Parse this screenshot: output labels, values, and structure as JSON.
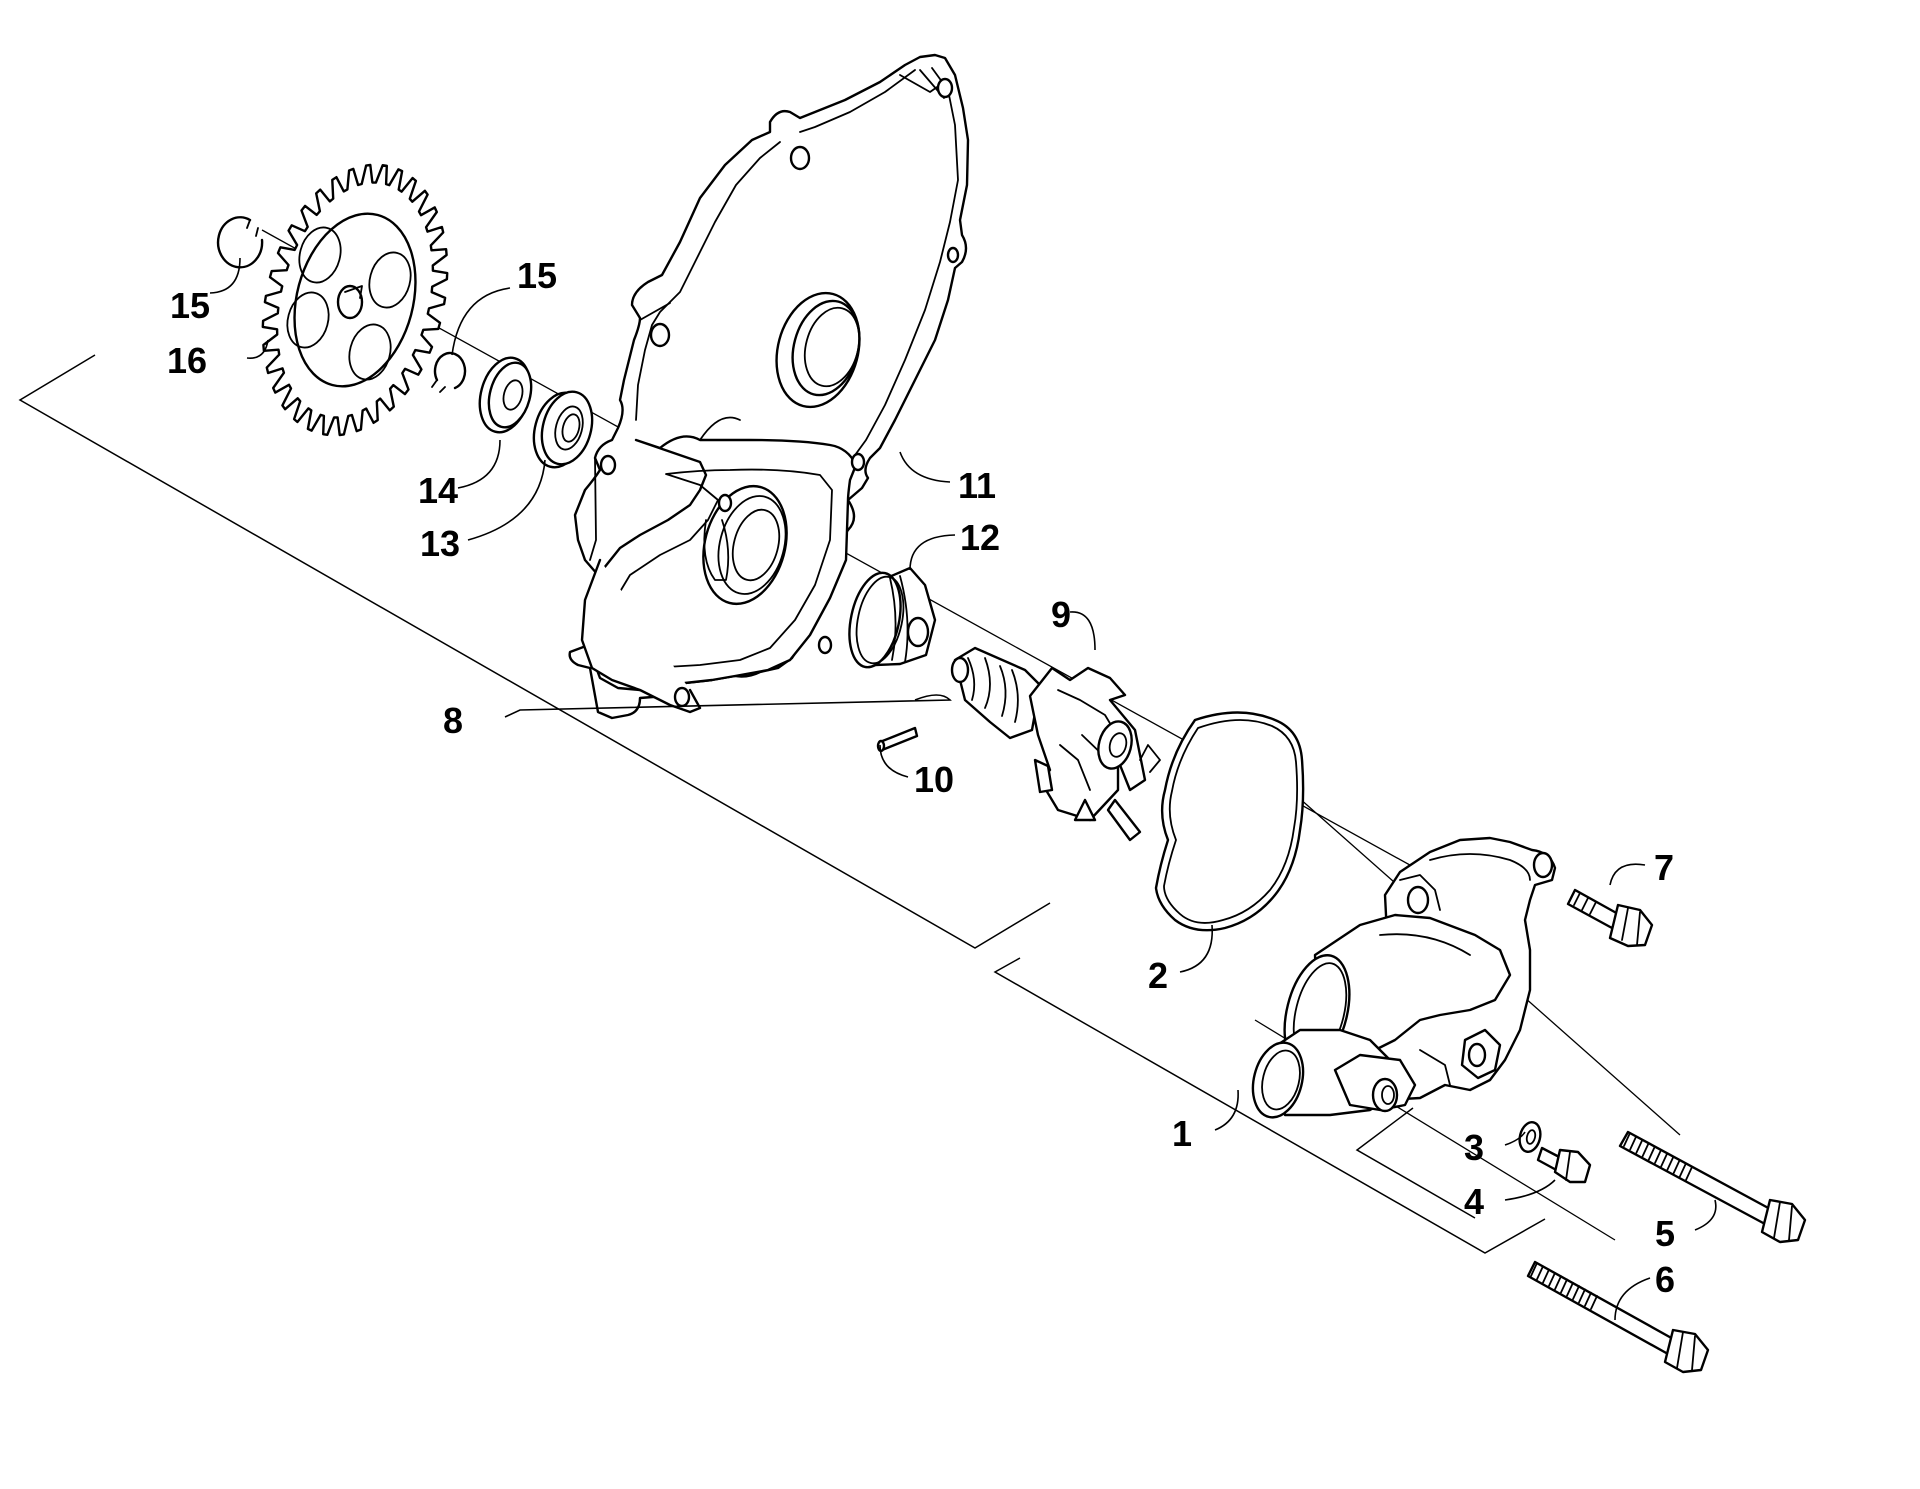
{
  "diagram": {
    "type": "exploded-parts-diagram",
    "line_color": "#000000",
    "background": "#ffffff",
    "callouts": [
      {
        "id": "c15a",
        "label": "15",
        "part": "snap-ring-outer"
      },
      {
        "id": "c15b",
        "label": "15",
        "part": "snap-ring-inner"
      },
      {
        "id": "c16",
        "label": "16",
        "part": "gear"
      },
      {
        "id": "c14",
        "label": "14",
        "part": "washer"
      },
      {
        "id": "c13",
        "label": "13",
        "part": "oil-seal"
      },
      {
        "id": "c11",
        "label": "11",
        "part": "cover"
      },
      {
        "id": "c12",
        "label": "12",
        "part": "mechanical-seal"
      },
      {
        "id": "c9",
        "label": "9",
        "part": "impeller-shaft"
      },
      {
        "id": "c10",
        "label": "10",
        "part": "pin"
      },
      {
        "id": "c8",
        "label": "8",
        "part": "cover-assembly-bracket"
      },
      {
        "id": "c7",
        "label": "7",
        "part": "bolt-short"
      },
      {
        "id": "c2",
        "label": "2",
        "part": "o-ring"
      },
      {
        "id": "c1",
        "label": "1",
        "part": "pump-assembly-bracket"
      },
      {
        "id": "c3",
        "label": "3",
        "part": "washer-small"
      },
      {
        "id": "c4",
        "label": "4",
        "part": "bleed-bolt"
      },
      {
        "id": "c5",
        "label": "5",
        "part": "bolt-long"
      },
      {
        "id": "c6",
        "label": "6",
        "part": "bolt-long-lower"
      }
    ]
  }
}
